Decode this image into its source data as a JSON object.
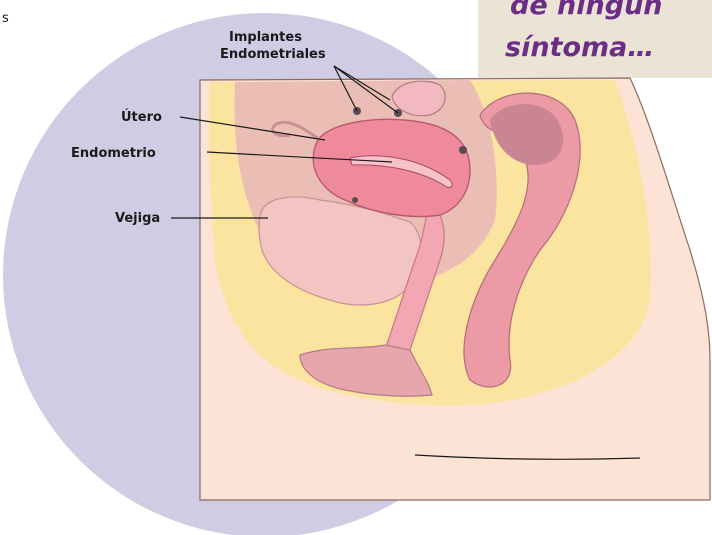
{
  "callout": {
    "line1": "de ningún",
    "line2": "síntoma…"
  },
  "left_fragment": "s",
  "labels": {
    "implants_line1": "Implantes",
    "implants_line2": "Endometriales",
    "uterus": "Útero",
    "endometrium": "Endometrio",
    "bladder": "Vejiga"
  },
  "colors": {
    "circle": "#cfcde4",
    "callout_box": "#ebe3d6",
    "callout_text": "#6b2e86",
    "body": "#fde3d6",
    "fat": "#fbe4a0",
    "uterus": "#ee8a9b",
    "organ_pink": "#e7a5ad",
    "bladder": "#f3c5c2",
    "rectum": "#eb9aa6"
  }
}
